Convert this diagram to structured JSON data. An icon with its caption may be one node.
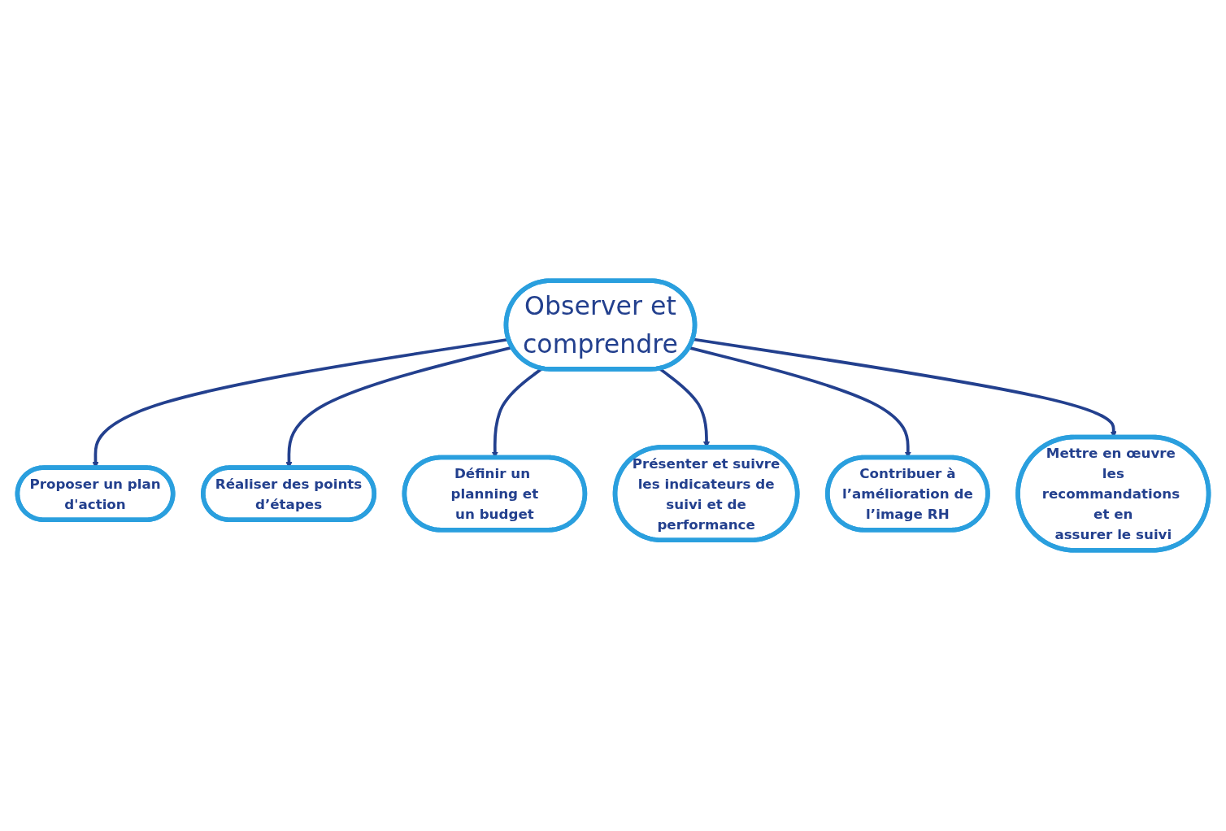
{
  "diagram": {
    "nodes": [
      {
        "text": [
          "Proposer un plan d'action"
        ]
      },
      {
        "text": [
          "Réaliser des points d’étapes"
        ]
      },
      {
        "text": [
          "Définir un planning et un budget"
        ]
      },
      {
        "text": [
          "Observer et comprendre"
        ]
      },
      {
        "text": [
          "Présenter et suivre les indicateurs de suivi et de performance"
        ]
      },
      {
        "text": [
          "Contribuer à l’amélioration de l’image RH"
        ]
      },
      {
        "text": [
          "Mettre en œuvre les recommandations et en assurer le suivi"
        ]
      }
    ],
    "edges": [
      {
        "from": 3,
        "to": 0,
        "arrow": "to"
      },
      {
        "from": 3,
        "to": 1,
        "arrow": "to"
      },
      {
        "from": 3,
        "to": 2,
        "arrow": "to"
      },
      {
        "from": 3,
        "to": 4,
        "arrow": "to"
      },
      {
        "from": 3,
        "to": 5,
        "arrow": "to"
      },
      {
        "from": 3,
        "to": 6,
        "arrow": "to"
      }
    ]
  }
}
